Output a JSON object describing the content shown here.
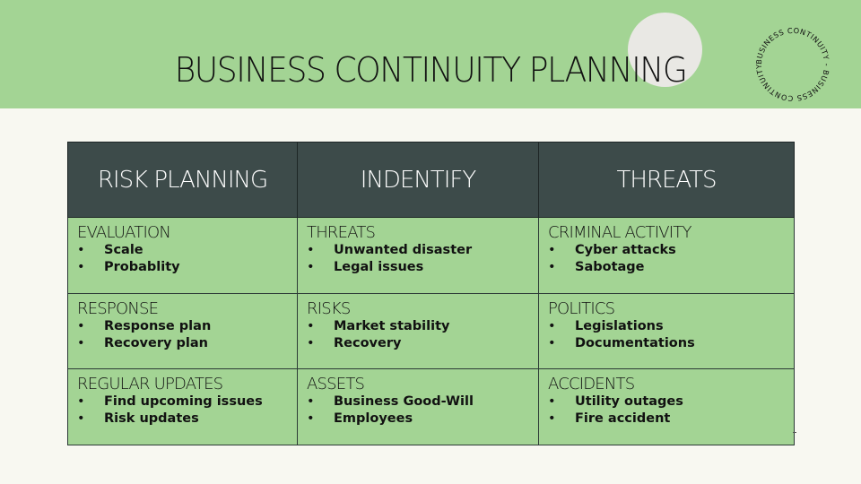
{
  "slide": {
    "title": "BUSINESS CONTINUITY PLANNING",
    "seal_text": "BUSINESS CONTINUITY - BUSINESS CONTINUITY - "
  },
  "colors": {
    "band": "#a3d494",
    "header_bg": "#3d4b4a",
    "page_bg": "#f8f8f1"
  },
  "table": {
    "headers": [
      "RISK PLANNING",
      "INDENTIFY",
      "THREATS"
    ],
    "rows": [
      [
        {
          "title": "EVALUATION",
          "items": [
            "Scale",
            "Probablity"
          ]
        },
        {
          "title": "THREATS",
          "items": [
            "Unwanted disaster",
            "Legal issues"
          ]
        },
        {
          "title": "CRIMINAL ACTIVITY",
          "items": [
            "Cyber attacks",
            "Sabotage"
          ]
        }
      ],
      [
        {
          "title": "RESPONSE",
          "items": [
            "Response plan",
            "Recovery plan"
          ]
        },
        {
          "title": "RISKS",
          "items": [
            "Market stability",
            "Recovery"
          ]
        },
        {
          "title": "POLITICS",
          "items": [
            "Legislations",
            "Documentations"
          ]
        }
      ],
      [
        {
          "title": "REGULAR UPDATES",
          "items": [
            "Find upcoming issues",
            "Risk updates"
          ]
        },
        {
          "title": "ASSETS",
          "items": [
            "Business Good-Will",
            "Employees"
          ]
        },
        {
          "title": "ACCIDENTS",
          "items": [
            "Utility outages",
            "Fire accident"
          ]
        }
      ]
    ]
  }
}
